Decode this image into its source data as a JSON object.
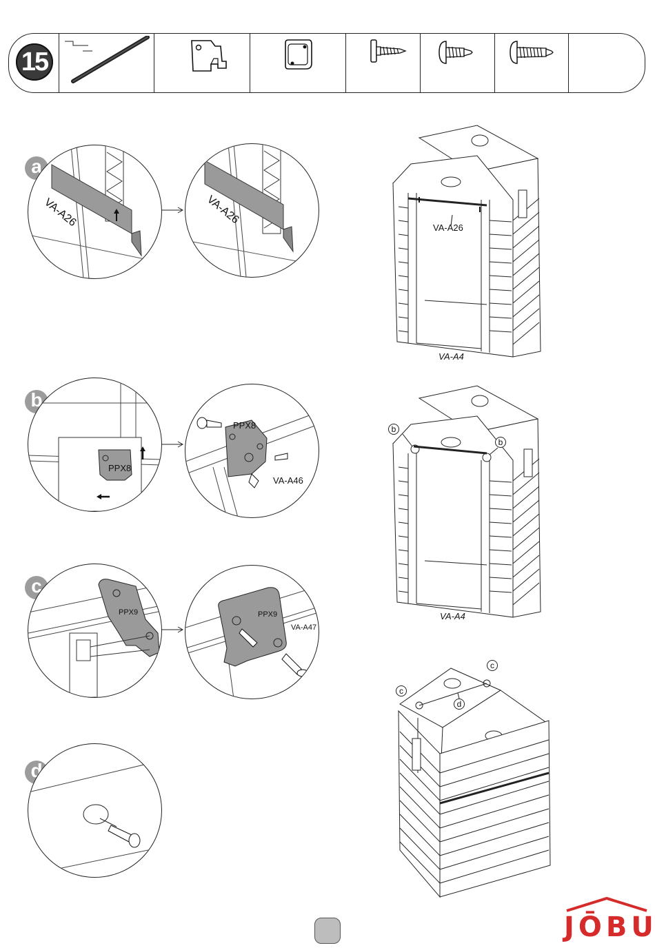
{
  "step_number": "15",
  "substeps": {
    "a": "a",
    "b": "b",
    "c": "c",
    "d": "d"
  },
  "labels": {
    "a_part_1": "VA-A26",
    "a_part_2": "VA-A26",
    "b_bracket_1": "PPX8",
    "b_bracket_2": "PPX8",
    "b_screw": "VA-A46",
    "c_bracket_1": "PPX9",
    "c_bracket_2": "PPX9",
    "c_screw": "VA-A47",
    "shed_1_beam": "VA-A26",
    "shed_1_floor": "VA-A4",
    "shed_2_floor": "VA-A4"
  },
  "callouts": {
    "b_left": "b",
    "b_right": "b",
    "c_left": "c",
    "c_right": "c",
    "d_center": "d"
  },
  "brand": "JŌBU",
  "icons": [
    "rod-icon",
    "ppx8-bracket-icon",
    "ppx9-bracket-icon",
    "washer-screw-icon",
    "short-screw-icon",
    "long-screw-icon"
  ],
  "colors": {
    "brand_red": "#d62b2b",
    "part_gray": "#9a9a9a",
    "badge_dark": "#3a3a3a"
  }
}
